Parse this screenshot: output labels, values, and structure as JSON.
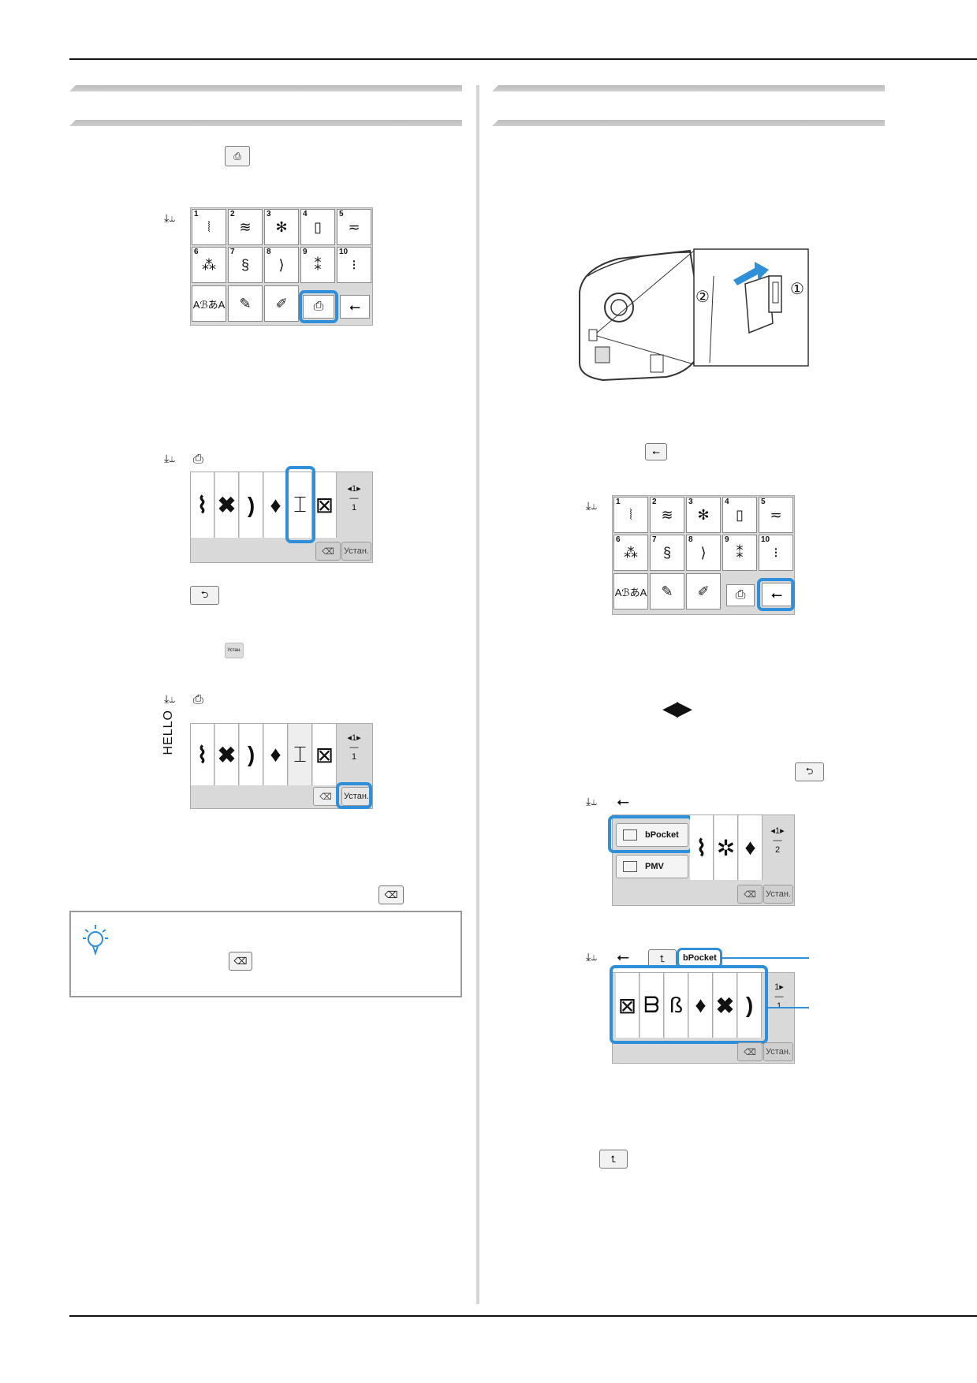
{
  "screen_a": {
    "tiles": [
      {
        "num": "1",
        "glyph": "⦚"
      },
      {
        "num": "2",
        "glyph": "≋"
      },
      {
        "num": "3",
        "glyph": "✻"
      },
      {
        "num": "4",
        "glyph": "▯"
      },
      {
        "num": "5",
        "glyph": "≂"
      },
      {
        "num": "6",
        "glyph": "⁂"
      },
      {
        "num": "7",
        "glyph": "§"
      },
      {
        "num": "8",
        "glyph": "⟩"
      },
      {
        "num": "9",
        "glyph": "⁑"
      },
      {
        "num": "10",
        "glyph": "⁝"
      }
    ],
    "bottom_tiles": [
      {
        "label": "AℬあA"
      },
      {
        "label": "✎"
      },
      {
        "label": "✐"
      }
    ]
  },
  "screen_b": {
    "page_num": "1",
    "page_den": "1",
    "set_label": "Устан."
  },
  "screen_c": {
    "vertical_text": "HELLO",
    "page_num": "1",
    "page_den": "1",
    "set_label": "Устан."
  },
  "screen_d": {
    "tiles": [
      {
        "num": "1",
        "glyph": "⦚"
      },
      {
        "num": "2",
        "glyph": "≋"
      },
      {
        "num": "3",
        "glyph": "✻"
      },
      {
        "num": "4",
        "glyph": "▯"
      },
      {
        "num": "5",
        "glyph": "≂"
      },
      {
        "num": "6",
        "glyph": "⁂"
      },
      {
        "num": "7",
        "glyph": "§"
      },
      {
        "num": "8",
        "glyph": "⟩"
      },
      {
        "num": "9",
        "glyph": "⁑"
      },
      {
        "num": "10",
        "glyph": "⁝"
      }
    ],
    "bottom_tiles": [
      {
        "label": "AℬあA"
      },
      {
        "label": "✎"
      },
      {
        "label": "✐"
      }
    ]
  },
  "screen_e": {
    "folders": [
      "bPocket",
      "PMV"
    ],
    "page_num": "1",
    "page_den": "2",
    "set_label": "Устан."
  },
  "screen_f": {
    "folder_name": "bPocket",
    "page_num": "1",
    "page_den": "1",
    "set_label": "Устан."
  },
  "inline_icons": {
    "set_small": "Устан."
  },
  "illustration": {
    "callout_1": "①",
    "callout_2": "②"
  },
  "colors": {
    "highlight": "#2f8fd9",
    "band": "#c4c4c4"
  }
}
